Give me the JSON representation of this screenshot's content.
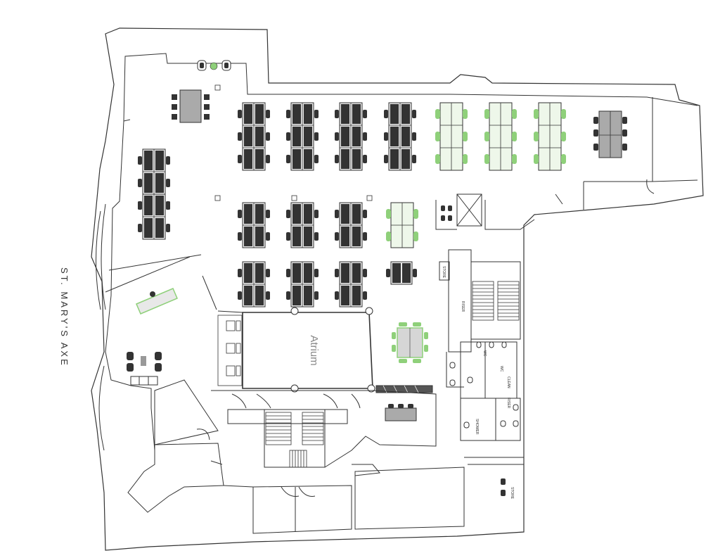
{
  "street": {
    "label": "ST. MARY'S AXE"
  },
  "rooms": {
    "atrium": "Atrium"
  },
  "small_labels": {
    "riser": "RISER",
    "store_1": "STORE",
    "wc_1": "WC",
    "wc_2": "WC",
    "clean": "CLEAN",
    "shower": "SHOWER",
    "riser_2": "RISER",
    "store_2": "STORE"
  },
  "colors": {
    "wall": "#333333",
    "desk_existing": "#555555",
    "desk_new": "#8fd07a",
    "background": "#ffffff"
  }
}
